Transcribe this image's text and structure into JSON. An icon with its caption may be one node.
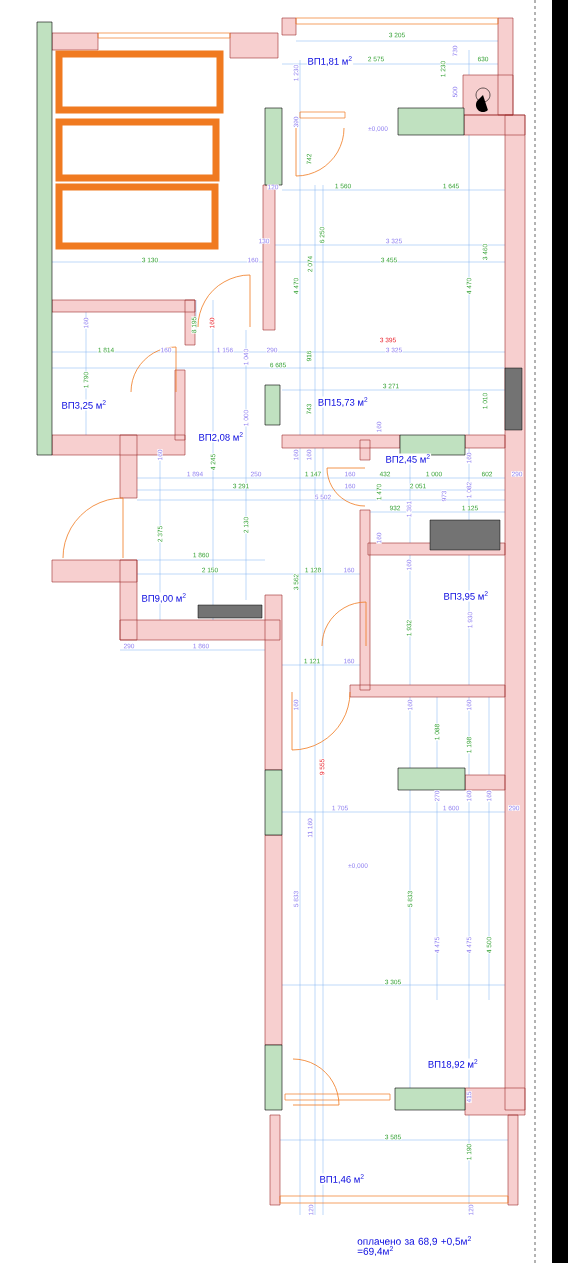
{
  "diagram": {
    "nodes": [
      {
        "text": [
          "ВП1,81 м$^{2}$"
        ]
      },
      {
        "text": [
          "ВП15,73 м$^{2}$"
        ]
      },
      {
        "text": [
          "ВП3,25 м$^{2}$"
        ]
      },
      {
        "text": [
          "ВП2,08 м$^{2}$"
        ]
      },
      {
        "text": [
          "ВП2,45 м$^{2}$"
        ]
      },
      {
        "text": [
          "ВП9,00 м$^{2}$"
        ]
      },
      {
        "text": [
          "ВП3,95 м$^{2}$"
        ]
      },
      {
        "text": [
          "ВП18,92 м$^{2}$"
        ]
      },
      {
        "text": [
          "ВП1,46 м$^{2}$"
        ]
      }
    ],
    "edges": [],
    "labels": [
      "3 205",
      "2 575",
      "730",
      "630",
      "1 230",
      "1 230",
      "500",
      "390",
      "±0,000",
      "742",
      "120",
      "1 560",
      "1 645",
      "6 250",
      "130",
      "3 325",
      "3 460",
      "3 130",
      "160",
      "3 455",
      "2 074",
      "4 470",
      "4 470",
      "160",
      "8 195",
      "160",
      "3 395",
      "1 814",
      "160",
      "1 156",
      "290",
      "3 325",
      "1 040",
      "916",
      "6 685",
      "1 790",
      "3 271",
      "1 010",
      "743",
      "1 000",
      "160",
      "160",
      "160",
      "160",
      "160",
      "4 245",
      "1 894",
      "250",
      "1 147",
      "160",
      "432",
      "1 000",
      "602",
      "290",
      "3 291",
      "160",
      "2 051",
      "1 470",
      "1 082",
      "973",
      "5 502",
      "1 361",
      "932",
      "1 125",
      "2 130",
      "2 375",
      "160",
      "1 860",
      "160",
      "2 150",
      "1 128",
      "160",
      "3 562",
      "1 930",
      "1 932",
      "290",
      "1 860",
      "1 121",
      "160",
      "160",
      "160",
      "160",
      "1 088",
      "1 198",
      "9 555",
      "270",
      "160",
      "160",
      "1 705",
      "1 600",
      "290",
      "11 160",
      "±0,000",
      "5 833",
      "5 833",
      "4 475",
      "4 475",
      "4 500",
      "3 305",
      "415",
      "3 585",
      "1 190",
      "120",
      "120",
      "оплачено за 68,9 +0,5м$^{2}$ =69,4м$^{2}$"
    ]
  }
}
